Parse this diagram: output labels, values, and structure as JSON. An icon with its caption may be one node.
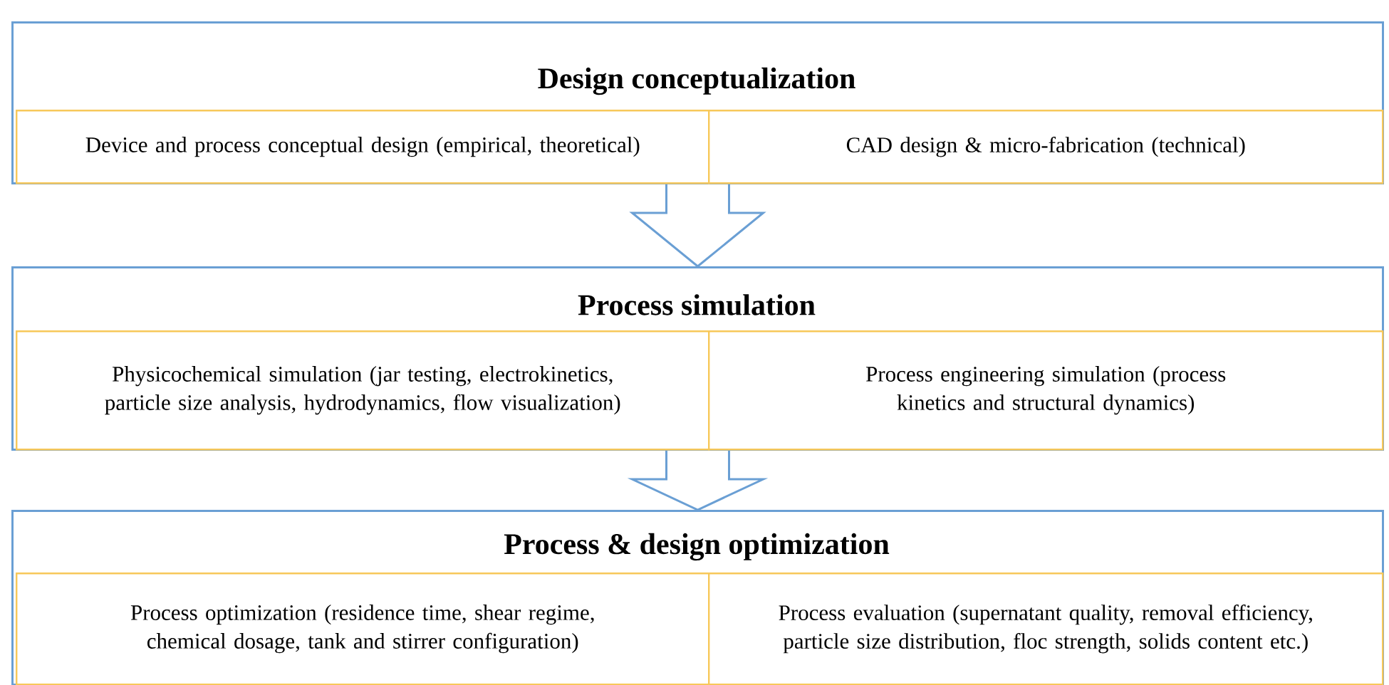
{
  "diagram": {
    "nodes": [
      {
        "text": [
          "Design conceptualization"
        ]
      },
      {
        "text": [
          "Device and process conceptual design (empirical, theoretical)"
        ],
        "in": 0
      },
      {
        "text": [
          "CAD design & micro-fabrication (technical)"
        ],
        "in": 0
      },
      {
        "text": [
          "Process simulation"
        ]
      },
      {
        "text": [
          "Physicochemical simulation (jar testing, electrokinetics, particle size analysis, hydrodynamics, flow visualization)"
        ],
        "in": 3
      },
      {
        "text": [
          "Process engineering simulation (process kinetics and structural dynamics)"
        ],
        "in": 3
      },
      {
        "text": [
          "Process & design optimization"
        ]
      },
      {
        "text": [
          "Process optimization (residence time, shear regime, chemical dosage, tank and stirrer configuration)"
        ],
        "in": 6
      },
      {
        "text": [
          "Process evaluation (supernatant quality, removal efficiency, particle size distribution, floc strength, solids content etc.)"
        ],
        "in": 6
      }
    ],
    "edges": [
      {
        "from": 0,
        "to": 3,
        "arrow": "to"
      },
      {
        "from": 3,
        "to": 6,
        "arrow": "to"
      }
    ]
  }
}
